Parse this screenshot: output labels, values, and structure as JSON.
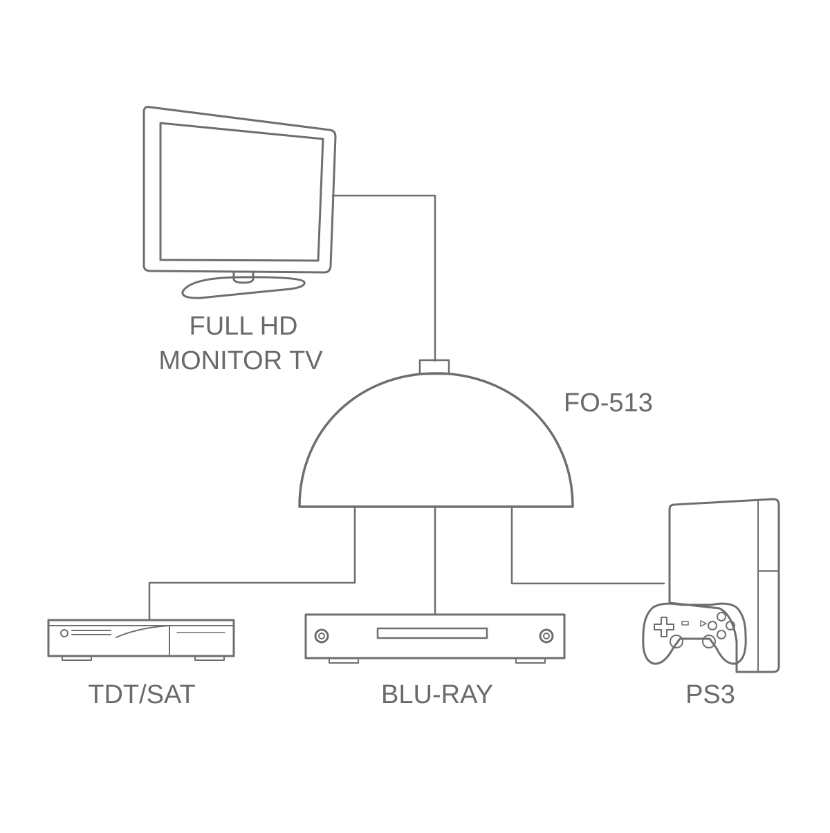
{
  "diagram": {
    "hub": {
      "label": "FO-513"
    },
    "output": {
      "label_line1": "FULL HD",
      "label_line2": "MONITOR TV"
    },
    "inputs": [
      {
        "label": "TDT/SAT"
      },
      {
        "label": "BLU-RAY"
      },
      {
        "label": "PS3"
      }
    ],
    "colors": {
      "stroke": "#6e6e6e",
      "text": "#6a6a6a",
      "background": "#ffffff"
    }
  }
}
